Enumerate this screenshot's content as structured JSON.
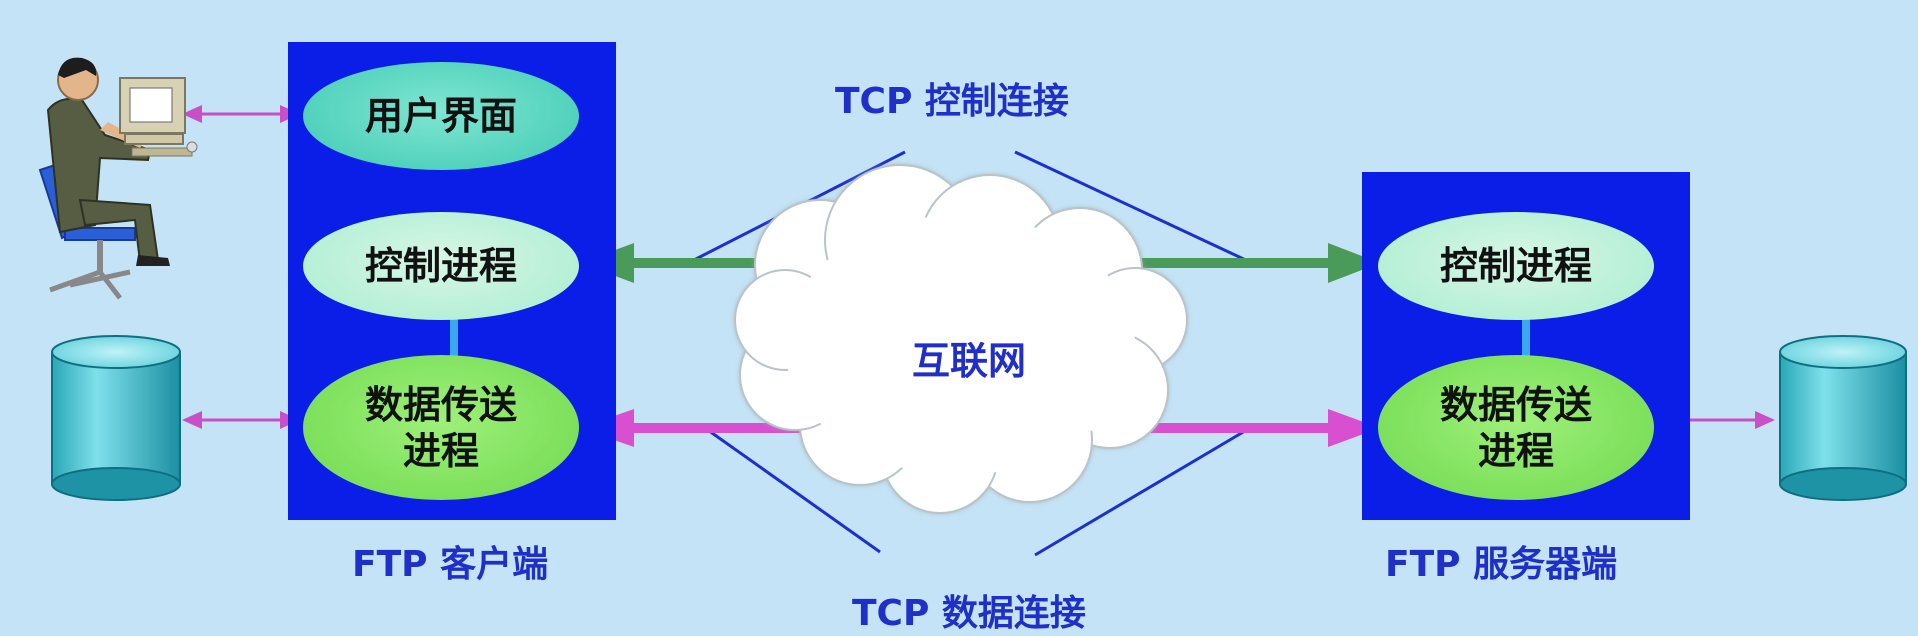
{
  "labels": {
    "tcp_control": "TCP 控制连接",
    "tcp_data": "TCP 数据连接",
    "internet": "互联网",
    "ftp_client": "FTP 客户端",
    "ftp_server": "FTP 服务器端"
  },
  "client": {
    "user_interface": "用户界面",
    "control_process": "控制进程",
    "data_process_line1": "数据传送",
    "data_process_line2": "进程"
  },
  "server": {
    "control_process": "控制进程",
    "data_process_line1": "数据传送",
    "data_process_line2": "进程"
  },
  "colors": {
    "background": "#c5e3f6",
    "panel": "#0a1ee8",
    "label_text": "#1f2fc8",
    "control_arrow": "#4a9a5a",
    "data_arrow": "#d84fd0",
    "user_arrow": "#c84fc8",
    "user_interface_fill": "#4fd0bb",
    "control_fill": "#b9f0d8",
    "data_fill": "#7ee25a"
  },
  "icons": [
    "user-at-computer-icon",
    "client-database-icon",
    "server-database-icon",
    "internet-cloud-icon"
  ]
}
